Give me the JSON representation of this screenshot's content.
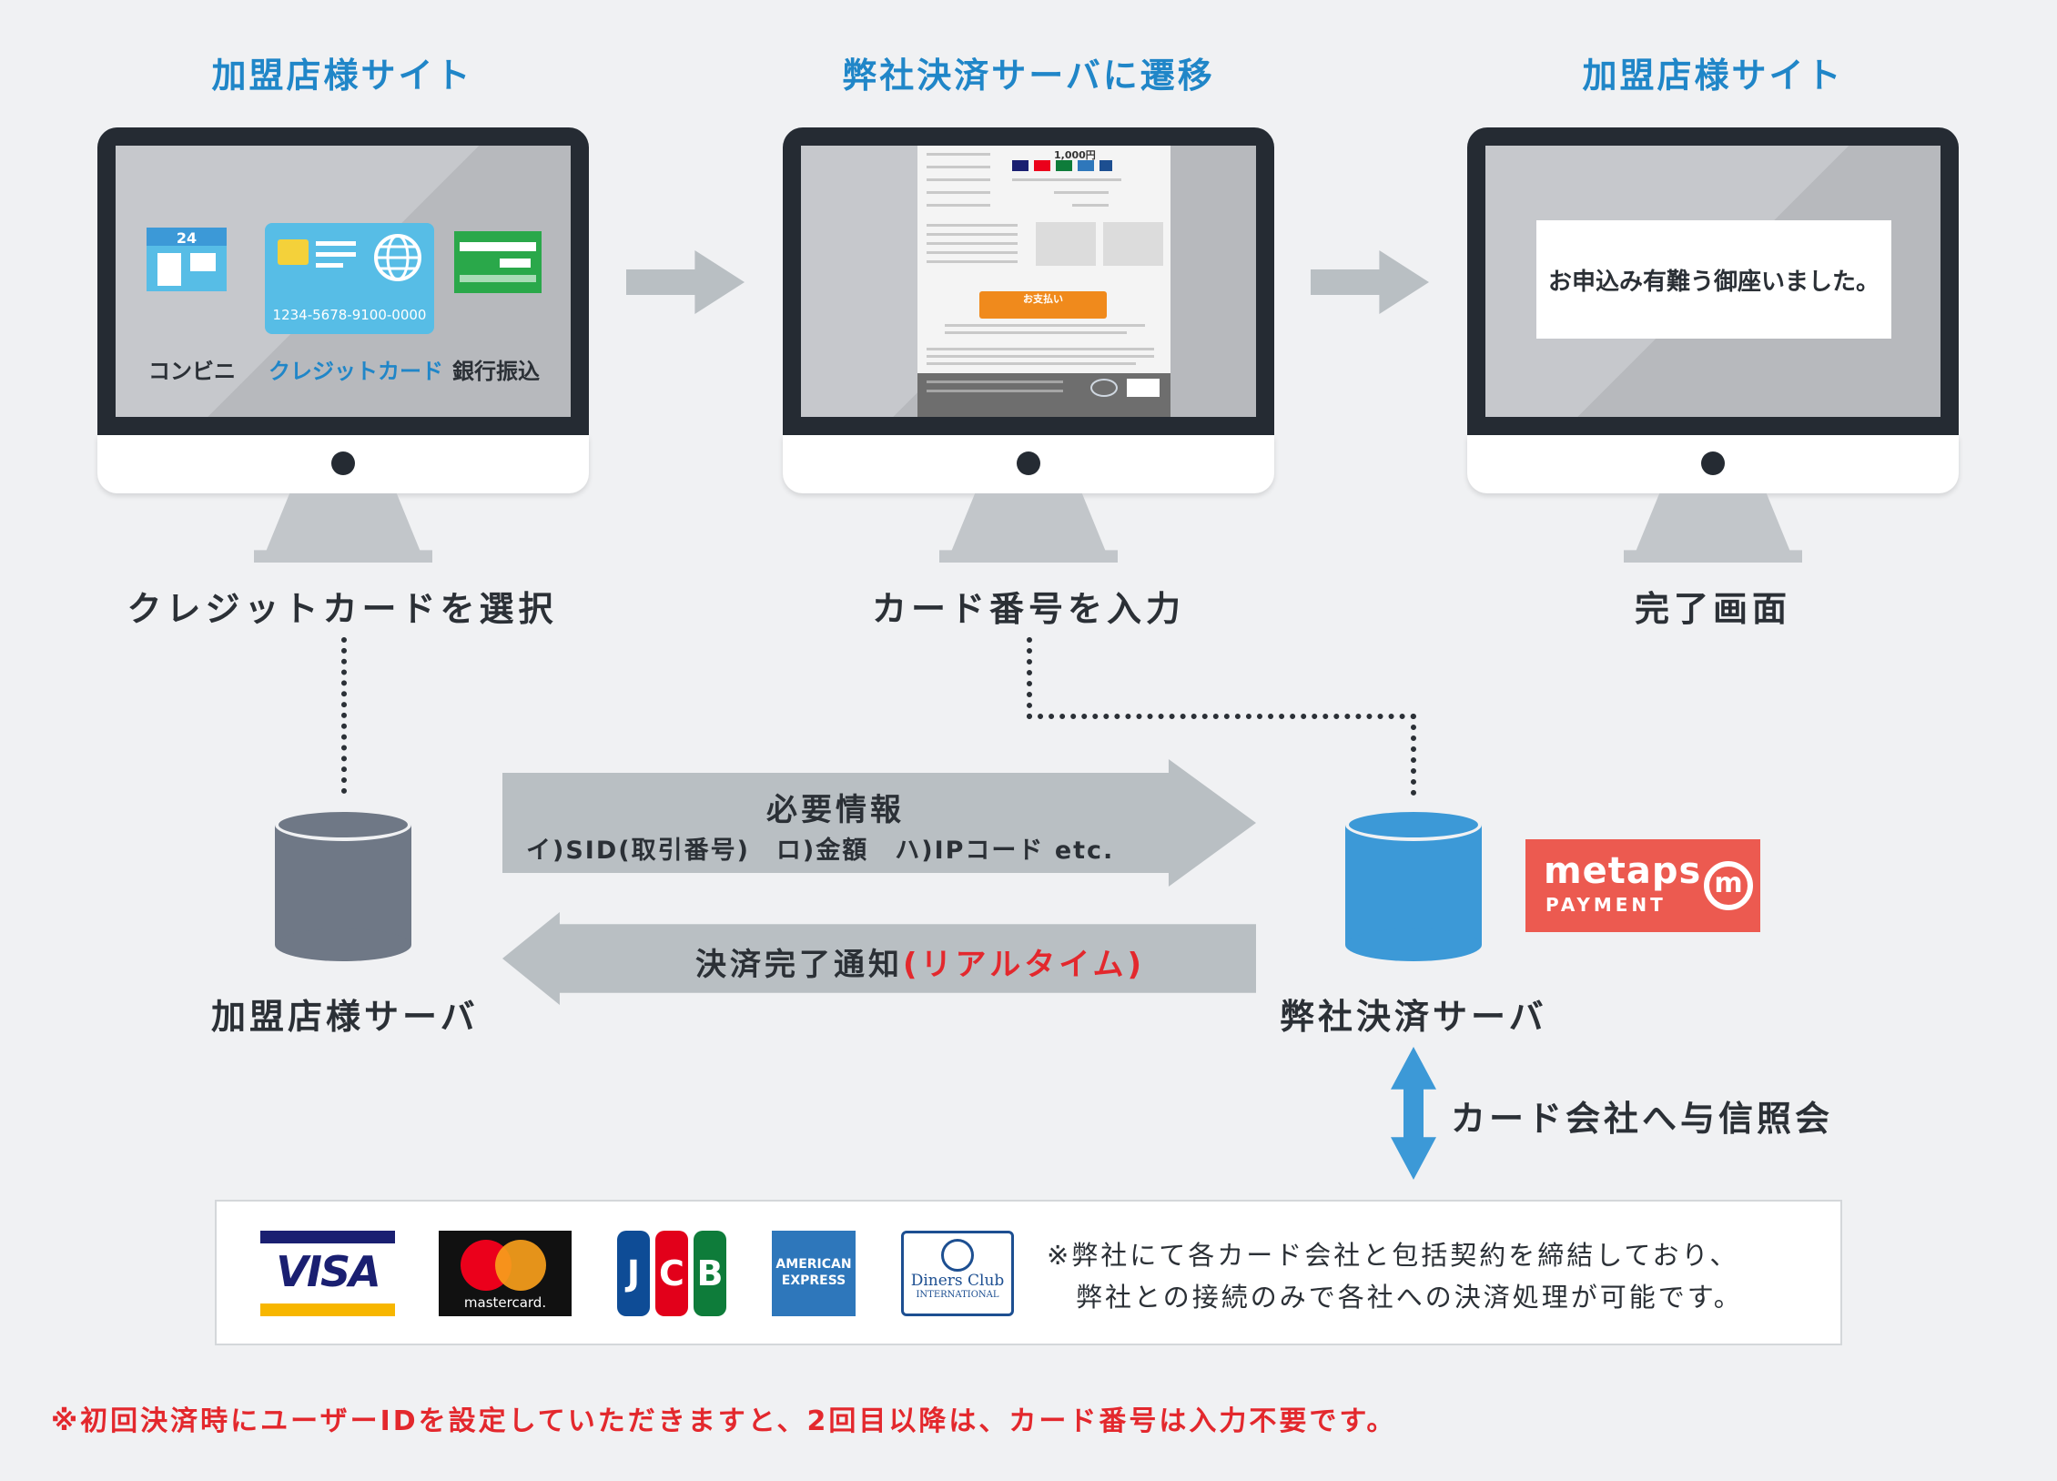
{
  "columns": [
    {
      "heading": "加盟店様サイト",
      "caption": "クレジットカードを選択"
    },
    {
      "heading": "弊社決済サーバに遷移",
      "caption": "カード番号を入力"
    },
    {
      "heading": "加盟店様サイト",
      "caption": "完了画面"
    }
  ],
  "screen1": {
    "store_sign": "24",
    "convenience": "コンビニ",
    "credit": "クレジットカード",
    "bank": "銀行振込",
    "card_number": "1234-5678-9100-0000"
  },
  "screen2": {
    "amount": "1,000円",
    "pay_button": "お支払い"
  },
  "screen3": {
    "message": "お申込み有難う御座いました。"
  },
  "flow": {
    "request_title": "必要情報",
    "request_items": "イ)SID(取引番号)　ロ)金額　ハ)IPコード etc.",
    "response_main": "決済完了通知",
    "response_accent": "(リアルタイム)"
  },
  "servers": {
    "merchant": "加盟店様サーバ",
    "ours": "弊社決済サーバ"
  },
  "logo": {
    "line1": "metaps",
    "line2": "PAYMENT",
    "mark": "m"
  },
  "inquiry": "カード会社へ与信照会",
  "brands": {
    "visa": "VISA",
    "mastercard": "mastercard.",
    "jcb": [
      "J",
      "C",
      "B"
    ],
    "amex_line1": "AMERICAN",
    "amex_line2": "EXPRESS",
    "diners_line1": "Diners Club",
    "diners_line2": "INTERNATIONAL",
    "note_line1": "※弊社にて各カード会社と包括契約を締結しており、",
    "note_line2": "弊社との接続のみで各社への決済処理が可能です。"
  },
  "footnote": "※初回決済時にユーザーIDを設定していただきますと、2回目以降は、カード番号は入力不要です。",
  "colors": {
    "heading_blue": "#2086c8",
    "accent_red": "#e3282d",
    "merchant_db": "#6f7886",
    "our_db": "#3c99d7",
    "arrow_gray": "#b9bfc3",
    "metaps": "#ec5a50"
  },
  "icons": [
    "store-icon",
    "credit-card-icon",
    "bank-transfer-icon",
    "database-icon",
    "double-arrow-icon"
  ]
}
